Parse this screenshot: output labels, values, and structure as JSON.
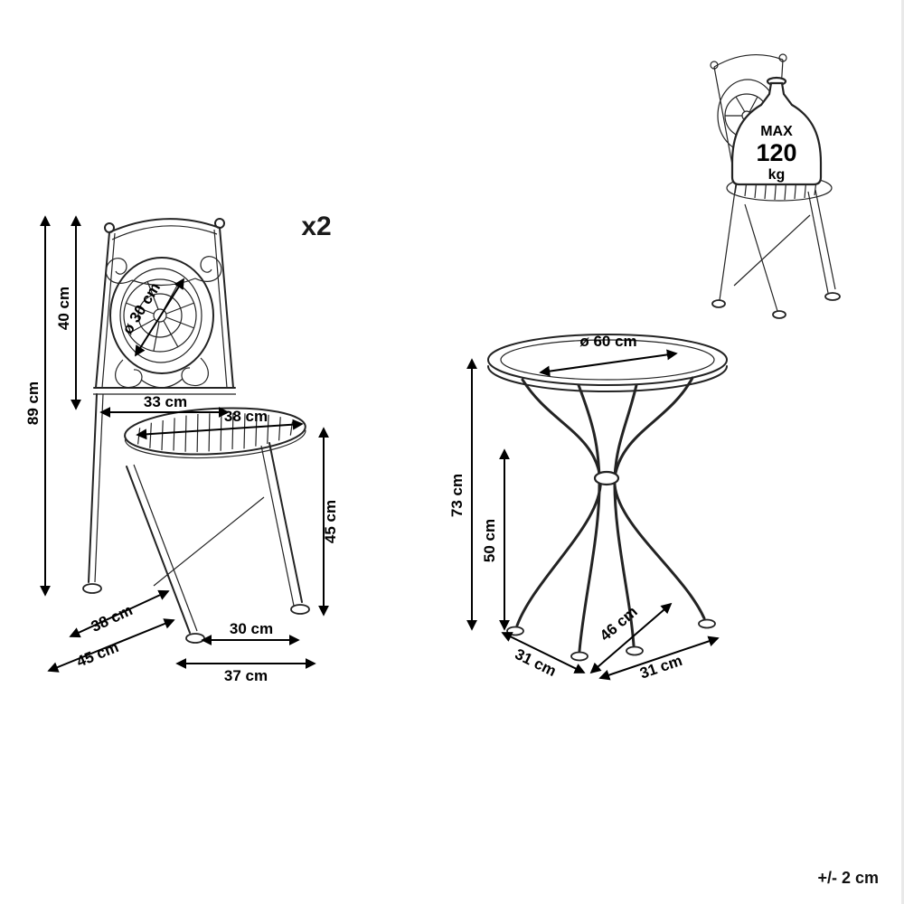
{
  "figure": {
    "quantity_label": "x2",
    "tolerance_note": "+/- 2 cm"
  },
  "chair": {
    "total_height": "89 cm",
    "backrest_height": "40 cm",
    "mosaic_diameter": "ø 30 cm",
    "backrest_width": "33 cm",
    "seat_width": "38 cm",
    "seat_height": "45 cm",
    "seat_depth": "38 cm",
    "total_depth": "45 cm",
    "front_width": "30 cm",
    "base_width": "37 cm"
  },
  "max_load": {
    "label": "MAX",
    "value": "120",
    "unit": "kg"
  },
  "table": {
    "top_diameter": "ø 60 cm",
    "total_height": "73 cm",
    "leg_height": "50 cm",
    "base_depth_left": "31 cm",
    "base_diagonal": "46 cm",
    "base_width_right": "31 cm"
  }
}
